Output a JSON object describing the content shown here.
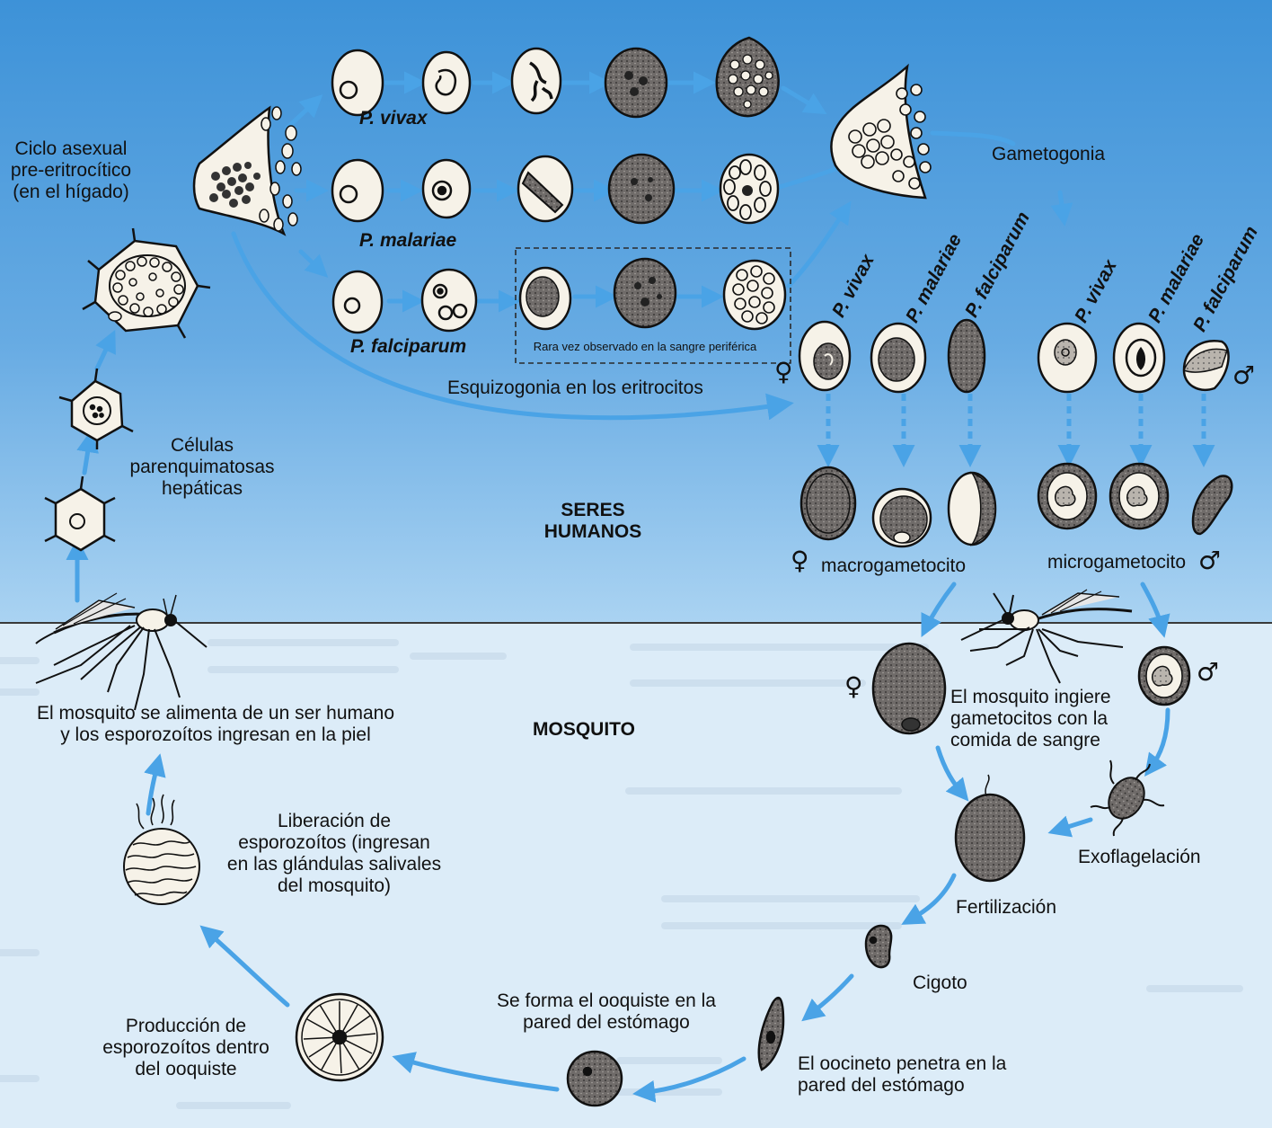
{
  "liver_stage": {
    "cycle_title": "Ciclo asexual pre-eritrocítico (en el hígado)",
    "cells_label": "Células parenquimatosas hepáticas"
  },
  "species": {
    "vivax": "P. vivax",
    "malariae": "P. malariae",
    "falciparum": "P. falciparum"
  },
  "rarely_seen_note": "Rara vez observado en la sangre periférica",
  "schizogony_label": "Esquizogonia en los eritrocitos",
  "gametogony_label": "Gametogonia",
  "gametocyte_species": {
    "female_vivax": "P. vivax",
    "female_malariae": "P. malariae",
    "female_falciparum": "P. falciparum",
    "male_vivax": "P. vivax",
    "male_malariae": "P. malariae",
    "male_falciparum": "P. falciparum"
  },
  "humans_label_line1": "SERES",
  "humans_label_line2": "HUMANOS",
  "macrogametocyte_label": "macrogametocito",
  "microgametocyte_label": "microgametocito",
  "female_symbol": "♀",
  "male_symbol": "♂",
  "mosquito_label": "MOSQUITO",
  "mosquito_ingests": "El mosquito ingiere gametocitos con la comida de sangre",
  "exflagellation": "Exoflagelación",
  "fertilization": "Fertilización",
  "zygote": "Cigoto",
  "ookinete": "El oocineto penetra en la pared del estómago",
  "oocyst_forms": "Se forma el ooquiste en la pared del estómago",
  "sporozoite_production": "Producción de esporozoítos dentro del ooquiste",
  "sporozoite_release": "Liberación de esporozoítos (ingresan en las glándulas salivales del mosquito)",
  "mosquito_feeds": "El mosquito se alimenta de un ser humano y los esporozoítos ingresan en la piel",
  "colors": {
    "human_bg_top": "#3f94da",
    "human_bg_bottom": "#a9d3f2",
    "mosquito_bg": "#dcecf8",
    "arrow": "#4aa3e6",
    "cell_fill": "#f6f2e8",
    "cell_dark": "#7d7a78"
  }
}
